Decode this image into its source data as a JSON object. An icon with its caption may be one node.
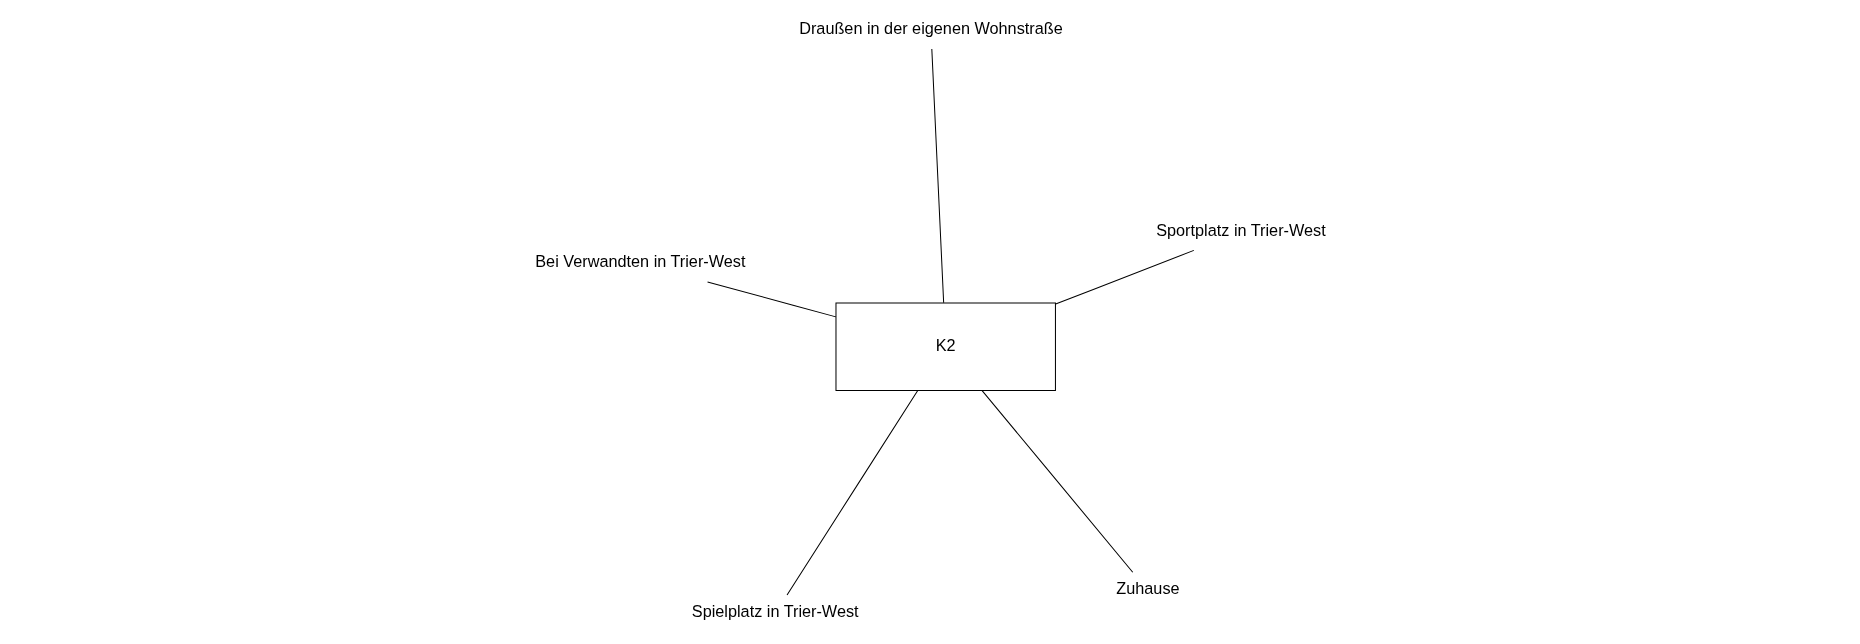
{
  "diagram": {
    "nodes": [
      {
        "text": [
          "K2"
        ]
      },
      {
        "text": [
          "Zuhause"
        ]
      },
      {
        "text": [
          "Spielplatz in Trier-West"
        ]
      },
      {
        "text": [
          "Bei Verwandten in Trier-West"
        ]
      },
      {
        "text": [
          "Sportplatz in Trier-West"
        ]
      },
      {
        "text": [
          "Draußen in der eigenen Wohnstraße"
        ]
      }
    ],
    "edges": [
      {
        "from": 0,
        "to": 1,
        "arrow": "none"
      },
      {
        "from": 0,
        "to": 2,
        "arrow": "none"
      },
      {
        "from": 0,
        "to": 3,
        "arrow": "none"
      },
      {
        "from": 0,
        "to": 4,
        "arrow": "none"
      },
      {
        "from": 0,
        "to": 5,
        "arrow": "none"
      }
    ]
  }
}
